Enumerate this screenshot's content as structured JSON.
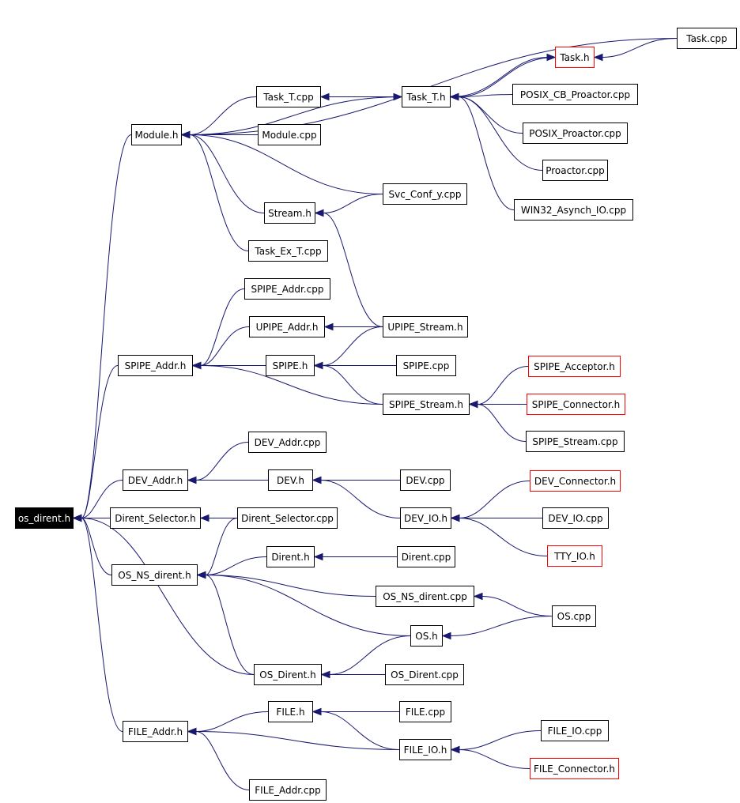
{
  "colors": {
    "edge": "#191970",
    "node_border": "#000000",
    "red_border": "#ff0000",
    "root_fill": "#000000",
    "root_text": "#ffffff"
  },
  "nodes": [
    {
      "id": "os_dirent_h",
      "label": "os_dirent.h",
      "style": "root"
    },
    {
      "id": "module_h",
      "label": "Module.h",
      "style": "normal"
    },
    {
      "id": "task_t_cpp",
      "label": "Task_T.cpp",
      "style": "normal"
    },
    {
      "id": "task_t_h",
      "label": "Task_T.h",
      "style": "normal"
    },
    {
      "id": "task_h",
      "label": "Task.h",
      "style": "red"
    },
    {
      "id": "task_cpp",
      "label": "Task.cpp",
      "style": "normal"
    },
    {
      "id": "posix_cb_proactor_cpp",
      "label": "POSIX_CB_Proactor.cpp",
      "style": "normal"
    },
    {
      "id": "posix_proactor_cpp",
      "label": "POSIX_Proactor.cpp",
      "style": "normal"
    },
    {
      "id": "proactor_cpp",
      "label": "Proactor.cpp",
      "style": "normal"
    },
    {
      "id": "win32_asynch_io_cpp",
      "label": "WIN32_Asynch_IO.cpp",
      "style": "normal"
    },
    {
      "id": "module_cpp",
      "label": "Module.cpp",
      "style": "normal"
    },
    {
      "id": "svc_conf_y_cpp",
      "label": "Svc_Conf_y.cpp",
      "style": "normal"
    },
    {
      "id": "stream_h",
      "label": "Stream.h",
      "style": "normal"
    },
    {
      "id": "task_ex_t_cpp",
      "label": "Task_Ex_T.cpp",
      "style": "normal"
    },
    {
      "id": "spipe_addr_cpp",
      "label": "SPIPE_Addr.cpp",
      "style": "normal"
    },
    {
      "id": "upipe_addr_h",
      "label": "UPIPE_Addr.h",
      "style": "normal"
    },
    {
      "id": "upipe_stream_h",
      "label": "UPIPE_Stream.h",
      "style": "normal"
    },
    {
      "id": "spipe_addr_h",
      "label": "SPIPE_Addr.h",
      "style": "normal"
    },
    {
      "id": "spipe_h",
      "label": "SPIPE.h",
      "style": "normal"
    },
    {
      "id": "spipe_cpp",
      "label": "SPIPE.cpp",
      "style": "normal"
    },
    {
      "id": "spipe_acceptor_h",
      "label": "SPIPE_Acceptor.h",
      "style": "red"
    },
    {
      "id": "spipe_stream_h",
      "label": "SPIPE_Stream.h",
      "style": "normal"
    },
    {
      "id": "spipe_connector_h",
      "label": "SPIPE_Connector.h",
      "style": "red"
    },
    {
      "id": "spipe_stream_cpp",
      "label": "SPIPE_Stream.cpp",
      "style": "normal"
    },
    {
      "id": "dev_addr_cpp",
      "label": "DEV_Addr.cpp",
      "style": "normal"
    },
    {
      "id": "dev_addr_h",
      "label": "DEV_Addr.h",
      "style": "normal"
    },
    {
      "id": "dev_h",
      "label": "DEV.h",
      "style": "normal"
    },
    {
      "id": "dev_cpp",
      "label": "DEV.cpp",
      "style": "normal"
    },
    {
      "id": "dev_connector_h",
      "label": "DEV_Connector.h",
      "style": "red"
    },
    {
      "id": "dirent_selector_h",
      "label": "Dirent_Selector.h",
      "style": "normal"
    },
    {
      "id": "dirent_selector_cpp",
      "label": "Dirent_Selector.cpp",
      "style": "normal"
    },
    {
      "id": "dev_io_h",
      "label": "DEV_IO.h",
      "style": "normal"
    },
    {
      "id": "dev_io_cpp",
      "label": "DEV_IO.cpp",
      "style": "normal"
    },
    {
      "id": "dirent_h",
      "label": "Dirent.h",
      "style": "normal"
    },
    {
      "id": "dirent_cpp",
      "label": "Dirent.cpp",
      "style": "normal"
    },
    {
      "id": "tty_io_h",
      "label": "TTY_IO.h",
      "style": "red"
    },
    {
      "id": "os_ns_dirent_h",
      "label": "OS_NS_dirent.h",
      "style": "normal"
    },
    {
      "id": "os_ns_dirent_cpp",
      "label": "OS_NS_dirent.cpp",
      "style": "normal"
    },
    {
      "id": "os_cpp",
      "label": "OS.cpp",
      "style": "normal"
    },
    {
      "id": "os_h",
      "label": "OS.h",
      "style": "normal"
    },
    {
      "id": "os_dirent_h2",
      "label": "OS_Dirent.h",
      "style": "normal"
    },
    {
      "id": "os_dirent_cpp",
      "label": "OS_Dirent.cpp",
      "style": "normal"
    },
    {
      "id": "file_h",
      "label": "FILE.h",
      "style": "normal"
    },
    {
      "id": "file_cpp",
      "label": "FILE.cpp",
      "style": "normal"
    },
    {
      "id": "file_io_cpp",
      "label": "FILE_IO.cpp",
      "style": "normal"
    },
    {
      "id": "file_addr_h",
      "label": "FILE_Addr.h",
      "style": "normal"
    },
    {
      "id": "file_io_h",
      "label": "FILE_IO.h",
      "style": "normal"
    },
    {
      "id": "file_connector_h",
      "label": "FILE_Connector.h",
      "style": "red"
    },
    {
      "id": "file_addr_cpp",
      "label": "FILE_Addr.cpp",
      "style": "normal"
    }
  ],
  "edges": [
    {
      "from": "module_h",
      "to": "os_dirent_h"
    },
    {
      "from": "spipe_addr_h",
      "to": "os_dirent_h"
    },
    {
      "from": "dev_addr_h",
      "to": "os_dirent_h"
    },
    {
      "from": "dirent_selector_h",
      "to": "os_dirent_h"
    },
    {
      "from": "os_ns_dirent_h",
      "to": "os_dirent_h"
    },
    {
      "from": "os_dirent_h2",
      "to": "os_dirent_h"
    },
    {
      "from": "file_addr_h",
      "to": "os_dirent_h"
    },
    {
      "from": "task_cpp",
      "to": "module_h"
    },
    {
      "from": "task_t_cpp",
      "to": "module_h"
    },
    {
      "from": "task_t_h",
      "to": "module_h"
    },
    {
      "from": "module_cpp",
      "to": "module_h"
    },
    {
      "from": "svc_conf_y_cpp",
      "to": "module_h"
    },
    {
      "from": "stream_h",
      "to": "module_h"
    },
    {
      "from": "task_ex_t_cpp",
      "to": "module_h"
    },
    {
      "from": "task_t_h",
      "to": "task_t_cpp"
    },
    {
      "from": "task_t_cpp",
      "to": "task_t_h"
    },
    {
      "from": "task_h",
      "to": "task_t_h"
    },
    {
      "from": "posix_cb_proactor_cpp",
      "to": "task_t_h"
    },
    {
      "from": "posix_proactor_cpp",
      "to": "task_t_h"
    },
    {
      "from": "proactor_cpp",
      "to": "task_t_h"
    },
    {
      "from": "win32_asynch_io_cpp",
      "to": "task_t_h"
    },
    {
      "from": "task_t_h",
      "to": "task_h"
    },
    {
      "from": "task_cpp",
      "to": "task_h"
    },
    {
      "from": "svc_conf_y_cpp",
      "to": "stream_h"
    },
    {
      "from": "upipe_stream_h",
      "to": "stream_h"
    },
    {
      "from": "spipe_addr_cpp",
      "to": "spipe_addr_h"
    },
    {
      "from": "upipe_addr_h",
      "to": "spipe_addr_h"
    },
    {
      "from": "spipe_h",
      "to": "spipe_addr_h"
    },
    {
      "from": "spipe_stream_h",
      "to": "spipe_addr_h"
    },
    {
      "from": "upipe_stream_h",
      "to": "upipe_addr_h"
    },
    {
      "from": "upipe_stream_h",
      "to": "spipe_h"
    },
    {
      "from": "spipe_cpp",
      "to": "spipe_h"
    },
    {
      "from": "spipe_stream_h",
      "to": "spipe_h"
    },
    {
      "from": "spipe_acceptor_h",
      "to": "spipe_stream_h"
    },
    {
      "from": "spipe_connector_h",
      "to": "spipe_stream_h"
    },
    {
      "from": "spipe_stream_cpp",
      "to": "spipe_stream_h"
    },
    {
      "from": "dev_addr_cpp",
      "to": "dev_addr_h"
    },
    {
      "from": "dev_h",
      "to": "dev_addr_h"
    },
    {
      "from": "dev_cpp",
      "to": "dev_h"
    },
    {
      "from": "dev_io_h",
      "to": "dev_h"
    },
    {
      "from": "dev_connector_h",
      "to": "dev_io_h"
    },
    {
      "from": "dev_io_cpp",
      "to": "dev_io_h"
    },
    {
      "from": "tty_io_h",
      "to": "dev_io_h"
    },
    {
      "from": "dirent_selector_cpp",
      "to": "dirent_selector_h"
    },
    {
      "from": "dirent_selector_cpp",
      "to": "os_ns_dirent_h"
    },
    {
      "from": "dirent_h",
      "to": "os_ns_dirent_h"
    },
    {
      "from": "os_ns_dirent_cpp",
      "to": "os_ns_dirent_h"
    },
    {
      "from": "os_h",
      "to": "os_ns_dirent_h"
    },
    {
      "from": "os_dirent_h2",
      "to": "os_ns_dirent_h"
    },
    {
      "from": "dirent_cpp",
      "to": "dirent_h"
    },
    {
      "from": "os_cpp",
      "to": "os_ns_dirent_cpp"
    },
    {
      "from": "os_cpp",
      "to": "os_h"
    },
    {
      "from": "os_h",
      "to": "os_dirent_h2"
    },
    {
      "from": "os_dirent_cpp",
      "to": "os_dirent_h2"
    },
    {
      "from": "file_h",
      "to": "file_addr_h"
    },
    {
      "from": "file_io_h",
      "to": "file_addr_h"
    },
    {
      "from": "file_addr_cpp",
      "to": "file_addr_h"
    },
    {
      "from": "file_cpp",
      "to": "file_h"
    },
    {
      "from": "file_io_h",
      "to": "file_h"
    },
    {
      "from": "file_io_cpp",
      "to": "file_io_h"
    },
    {
      "from": "file_connector_h",
      "to": "file_io_h"
    }
  ]
}
